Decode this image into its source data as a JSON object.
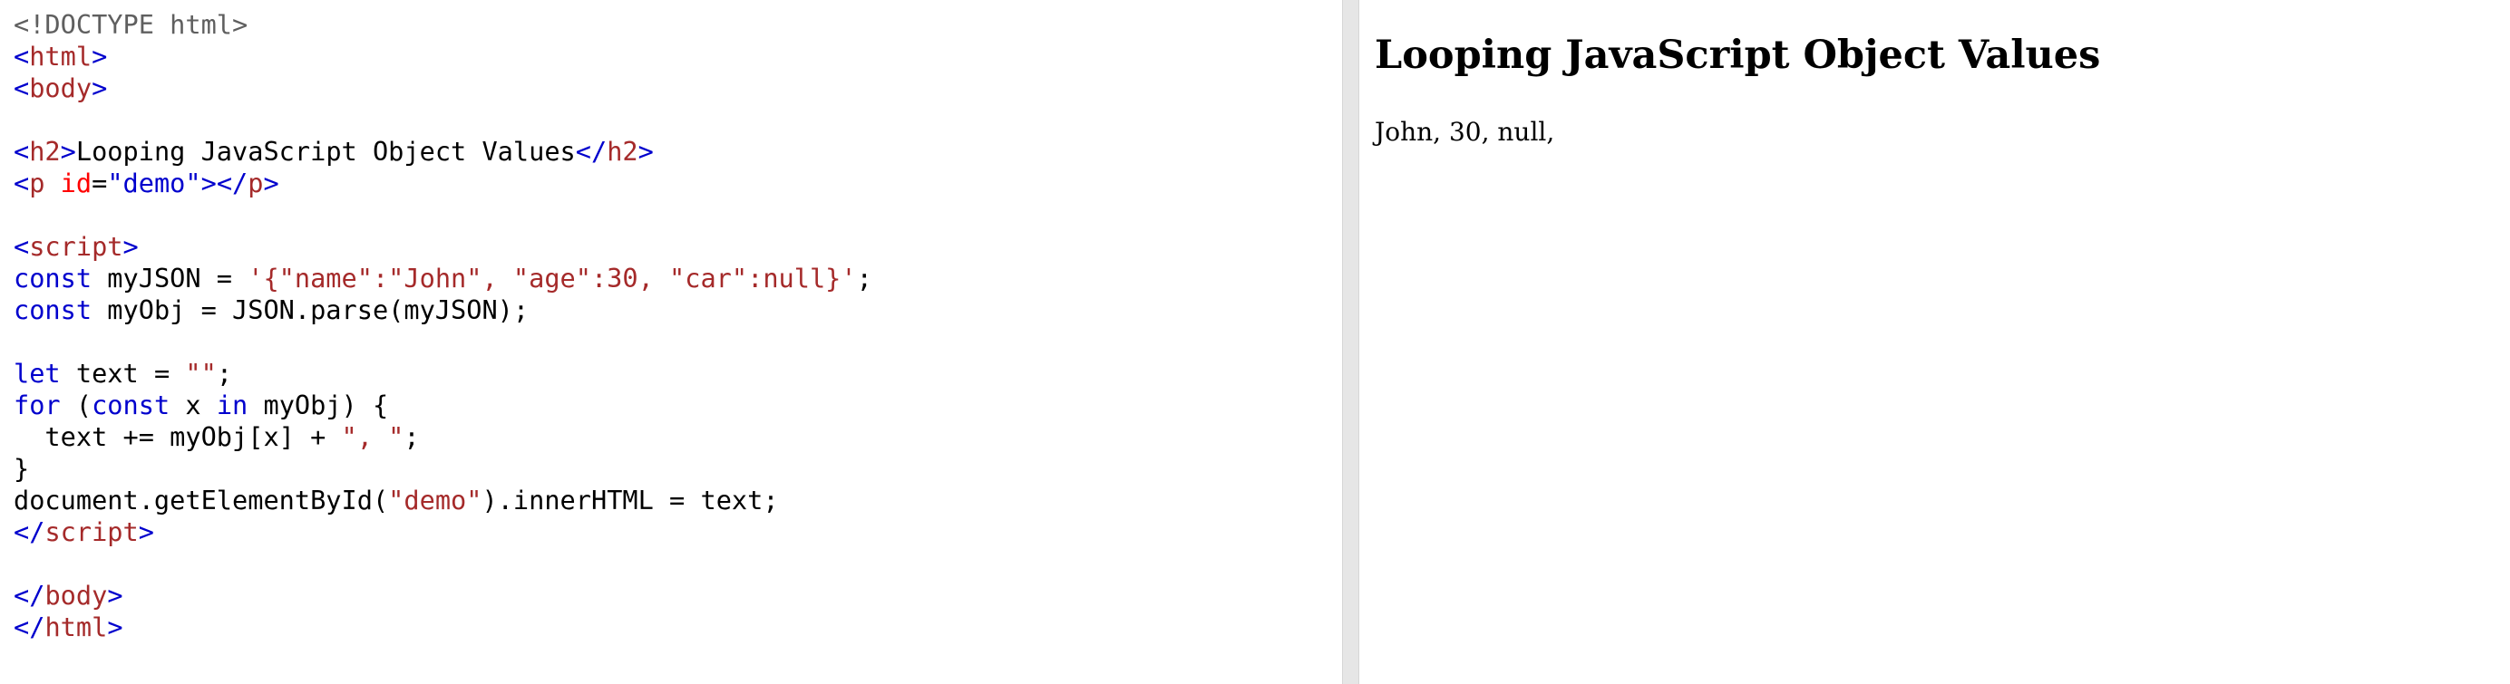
{
  "editor": {
    "lines": [
      [
        {
          "t": "doctype",
          "v": "<!DOCTYPE html>"
        }
      ],
      [
        {
          "t": "bracket",
          "v": "<"
        },
        {
          "t": "tag",
          "v": "html"
        },
        {
          "t": "bracket",
          "v": ">"
        }
      ],
      [
        {
          "t": "bracket",
          "v": "<"
        },
        {
          "t": "tag",
          "v": "body"
        },
        {
          "t": "bracket",
          "v": ">"
        }
      ],
      [],
      [
        {
          "t": "bracket",
          "v": "<"
        },
        {
          "t": "tag",
          "v": "h2"
        },
        {
          "t": "bracket",
          "v": ">"
        },
        {
          "t": "plain",
          "v": "Looping JavaScript Object Values"
        },
        {
          "t": "bracket",
          "v": "</"
        },
        {
          "t": "tag",
          "v": "h2"
        },
        {
          "t": "bracket",
          "v": ">"
        }
      ],
      [
        {
          "t": "bracket",
          "v": "<"
        },
        {
          "t": "tag",
          "v": "p"
        },
        {
          "t": "plain",
          "v": " "
        },
        {
          "t": "attr",
          "v": "id"
        },
        {
          "t": "plain",
          "v": "="
        },
        {
          "t": "attrval",
          "v": "\"demo\""
        },
        {
          "t": "bracket",
          "v": "></"
        },
        {
          "t": "tag",
          "v": "p"
        },
        {
          "t": "bracket",
          "v": ">"
        }
      ],
      [],
      [
        {
          "t": "bracket",
          "v": "<"
        },
        {
          "t": "tag",
          "v": "script"
        },
        {
          "t": "bracket",
          "v": ">"
        }
      ],
      [
        {
          "t": "keyword",
          "v": "const"
        },
        {
          "t": "plain",
          "v": " myJSON = "
        },
        {
          "t": "string",
          "v": "'{\"name\":\"John\", \"age\":30, \"car\":null}'"
        },
        {
          "t": "plain",
          "v": ";"
        }
      ],
      [
        {
          "t": "keyword",
          "v": "const"
        },
        {
          "t": "plain",
          "v": " myObj = JSON.parse(myJSON);"
        }
      ],
      [],
      [
        {
          "t": "keyword",
          "v": "let"
        },
        {
          "t": "plain",
          "v": " text = "
        },
        {
          "t": "string",
          "v": "\"\""
        },
        {
          "t": "plain",
          "v": ";"
        }
      ],
      [
        {
          "t": "keyword",
          "v": "for"
        },
        {
          "t": "plain",
          "v": " ("
        },
        {
          "t": "keyword",
          "v": "const"
        },
        {
          "t": "plain",
          "v": " x "
        },
        {
          "t": "keyword",
          "v": "in"
        },
        {
          "t": "plain",
          "v": " myObj) {"
        }
      ],
      [
        {
          "t": "plain",
          "v": "  text += myObj[x] + "
        },
        {
          "t": "string",
          "v": "\", \""
        },
        {
          "t": "plain",
          "v": ";"
        }
      ],
      [
        {
          "t": "plain",
          "v": "}"
        }
      ],
      [
        {
          "t": "plain",
          "v": "document.getElementById("
        },
        {
          "t": "string",
          "v": "\"demo\""
        },
        {
          "t": "plain",
          "v": ").innerHTML = text;"
        }
      ],
      [
        {
          "t": "bracket",
          "v": "</"
        },
        {
          "t": "tag",
          "v": "script"
        },
        {
          "t": "bracket",
          "v": ">"
        }
      ],
      [],
      [
        {
          "t": "bracket",
          "v": "</"
        },
        {
          "t": "tag",
          "v": "body"
        },
        {
          "t": "bracket",
          "v": ">"
        }
      ],
      [
        {
          "t": "bracket",
          "v": "</"
        },
        {
          "t": "tag",
          "v": "html"
        },
        {
          "t": "bracket",
          "v": ">"
        }
      ]
    ]
  },
  "result": {
    "heading": "Looping JavaScript Object Values",
    "output": "John, 30, null, "
  },
  "colors": {
    "doctype": "#5f5f5f",
    "bracket": "#0000cd",
    "tag": "#a52a2a",
    "attr": "#ff0000",
    "attrval": "#0000cd",
    "keyword": "#0000cd",
    "string": "#a52a2a",
    "plain": "#000000",
    "divider": "#e6e6e6"
  }
}
